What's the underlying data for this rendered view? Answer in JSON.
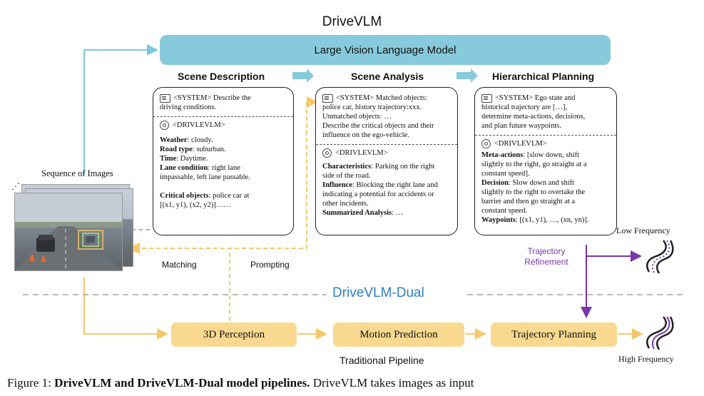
{
  "title": "DriveVLM",
  "lvlm": "Large Vision Language Model",
  "columns": {
    "scene_description": {
      "heading": "Scene Description",
      "system": [
        "<SYSTEM> Describe the",
        "driving conditions."
      ],
      "model": "<DRIVLEVLM>",
      "items": [
        {
          "label": "Weather",
          "text": ": cloudy."
        },
        {
          "label": "Road type",
          "text": ": suburban."
        },
        {
          "label": "Time",
          "text": ": Daytime."
        },
        {
          "label": "Lane condition",
          "text": ": right lane"
        },
        {
          "label": "",
          "text": "impassable, left lane passable."
        },
        {
          "label": "",
          "text": ""
        },
        {
          "label": "Critical objects",
          "text": ": police car at"
        },
        {
          "label": "",
          "text": "[(x1, y1), (x2, y2)]……"
        }
      ]
    },
    "scene_analysis": {
      "heading": "Scene Analysis",
      "system": [
        "<SYSTEM> Matched objects:",
        "police car, history trajectory:xxx.",
        "Unmatched objects: …",
        "Describe the critical objects and their",
        "influence on the ego-vehicle."
      ],
      "model": "<DRIVLEVLM>",
      "items": [
        {
          "label": "Characteristics",
          "text": ": Parking on the right"
        },
        {
          "label": "",
          "text": "side of the road."
        },
        {
          "label": "Influence",
          "text": ": Blocking the right lane and"
        },
        {
          "label": "",
          "text": "indicating a potential for accidents or"
        },
        {
          "label": "",
          "text": "other incidents."
        },
        {
          "label": "Summarized Analysis",
          "text": ": …"
        }
      ]
    },
    "hierarchical_planning": {
      "heading": "Hierarchical Planning",
      "system": [
        "<SYSTEM> Ego state and",
        "historical trajectory are […],",
        "determine meta-actions, decisions,",
        "and plan future waypoints."
      ],
      "model": "<DRIVLEVLM>",
      "items": [
        {
          "label": "Meta-actions",
          "text": ": [slow down, shift"
        },
        {
          "label": "",
          "text": "slightly to the right, go straight at a"
        },
        {
          "label": "",
          "text": "constant speed]."
        },
        {
          "label": "Decision",
          "text": ": Slow down and shift"
        },
        {
          "label": "",
          "text": "slightly to the right to overtake the"
        },
        {
          "label": "",
          "text": "barrier and then go straight at a"
        },
        {
          "label": "",
          "text": "constant speed."
        },
        {
          "label": "Waypoints",
          "text": ": [(x1, y1), …, (xn, yn)]."
        }
      ]
    }
  },
  "sequence_label": "Sequence of Images",
  "dots": "⋰",
  "matching": "Matching",
  "prompting": "Prompting",
  "trajectory_refinement": [
    "Trajectory",
    "Refinement"
  ],
  "low_frequency": "Low Frequency",
  "high_frequency": "High Frequency",
  "dual_title": "DriveVLM-Dual",
  "pipeline": {
    "perception": "3D Perception",
    "motion": "Motion Prediction",
    "planning": "Trajectory Planning",
    "label": "Traditional Pipeline"
  },
  "caption": {
    "prefix": "Figure 1: ",
    "bold": "DriveVLM and DriveVLM-Dual model pipelines.",
    "rest": " DriveVLM takes images as input"
  },
  "colors": {
    "lvlm": "#86cadb",
    "arrow_blue": "#7ec8dc",
    "pipeline": "#f8d98f",
    "arrow_yellow": "#f5c96a",
    "purple": "#7a35a8",
    "dual_blue": "#2f7fc1",
    "matching_green": "#9cc98a"
  }
}
